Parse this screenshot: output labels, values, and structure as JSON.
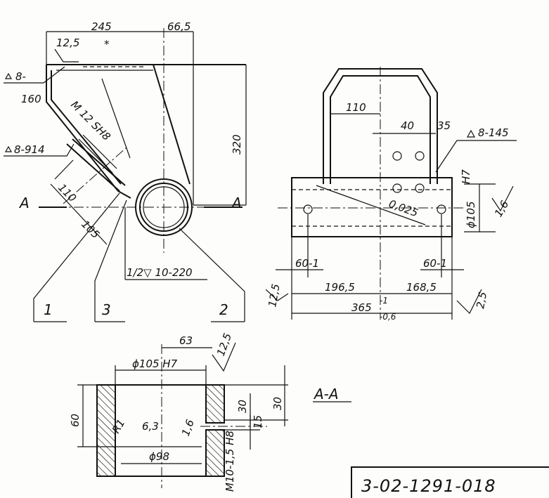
{
  "drawing_number": "3-02-1291-018",
  "section_label": "A-A",
  "cut_markers": [
    "A",
    "A"
  ],
  "part_labels": [
    "1",
    "3",
    "2"
  ],
  "front_view": {
    "dim_top": "245",
    "dim_top_right": "66,5",
    "roughness_top": "12,5",
    "star": "*",
    "weld_top": "8-",
    "weld_top_len": "160",
    "weld_side": "8-914",
    "thread": "M 12 SH8",
    "dim_height": "320",
    "dim_110": "110",
    "dim_105": "105",
    "weld_bottom": "1/2▽ 10-220"
  },
  "side_view": {
    "dim_110": "110",
    "dim_40": "40",
    "dim_35": "35",
    "weld": "8-145",
    "fit_h7": "H7",
    "bore": "ϕ105",
    "roughness": "1,6",
    "parallel": "0,025",
    "dim_60_left": "60-1",
    "dim_60_right": "60-1",
    "dim_196": "196,5",
    "dim_168": "168,5",
    "roughness_left": "12,5",
    "roughness_right": "2,5",
    "dim_365": "365",
    "tol_upper": "-1",
    "tol_lower": "-0,6"
  },
  "section_view": {
    "dim_63": "63",
    "bore": "ϕ105 H7",
    "roughness": "12,5",
    "dim_60": "60",
    "radius": "R1",
    "rough_63": "6,3",
    "rough_16": "1,6",
    "inner_bore": "ϕ98",
    "thread": "M10-1,5 H8",
    "dim_30a": "30",
    "dim_30b": "30",
    "dim_15": "15"
  }
}
